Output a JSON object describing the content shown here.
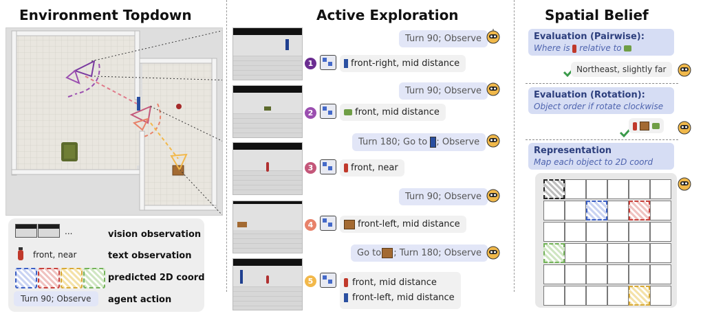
{
  "titles": {
    "topdown": "Environment Topdown",
    "exploration": "Active Exploration",
    "belief": "Spatial Belief"
  },
  "legend": {
    "ellipsis": "...",
    "vision": "vision observation",
    "text_example": "front, near",
    "text": "text observation",
    "coord": "predicted 2D coord",
    "action_example": "Turn 90; Observe",
    "action": "agent action"
  },
  "steps": [
    {
      "num": "1",
      "color": "#6b2d91",
      "action": "Turn 90; Observe",
      "obs": [
        "front-right, mid distance"
      ],
      "obs_icons": [
        "door"
      ]
    },
    {
      "num": "2",
      "color": "#9b4fb0",
      "action": "Turn 90; Observe",
      "obs": [
        "front, mid distance"
      ],
      "obs_icons": [
        "sofa"
      ]
    },
    {
      "num": "3",
      "color": "#c4577a",
      "action_parts": [
        "Turn 180; Go to",
        "; Observe"
      ],
      "obs": [
        "front, near"
      ],
      "obs_icons": [
        "extinguisher"
      ]
    },
    {
      "num": "4",
      "color": "#e8826a",
      "action": "Turn 90; Observe",
      "obs": [
        "front-left, mid distance"
      ],
      "obs_icons": [
        "crate"
      ]
    },
    {
      "num": "5",
      "color": "#f2b84a",
      "action_parts": [
        "Go to",
        "; Turn 180; Observe"
      ],
      "obs": [
        "front, mid distance",
        "front-left, mid distance"
      ],
      "obs_icons": [
        "extinguisher",
        "door"
      ]
    }
  ],
  "belief": {
    "pairwise_title": "Evaluation (Pairwise):",
    "pairwise_q_parts": [
      "Where is",
      "relative to"
    ],
    "pairwise_answer": "Northeast, slightly far",
    "rotation_title": "Evaluation (Rotation):",
    "rotation_q": "Object order if rotate clockwise",
    "rep_title": "Representation",
    "rep_sub": "Map each object to 2D coord"
  },
  "grid": {
    "rows": 6,
    "cols": 6,
    "objects": [
      {
        "name": "agent-start",
        "row": 0,
        "col": 0,
        "style": "black"
      },
      {
        "name": "door",
        "row": 1,
        "col": 2,
        "style": "blue"
      },
      {
        "name": "extinguisher",
        "row": 1,
        "col": 4,
        "style": "red"
      },
      {
        "name": "sofa",
        "row": 3,
        "col": 0,
        "style": "green"
      },
      {
        "name": "crate",
        "row": 5,
        "col": 4,
        "style": "yellow"
      }
    ]
  },
  "colors": {
    "action_bubble": "#e2e6f7",
    "observation_bubble": "#f1f1f1",
    "eval_box": "#d6ddf4",
    "check": "#3a9a4a"
  }
}
